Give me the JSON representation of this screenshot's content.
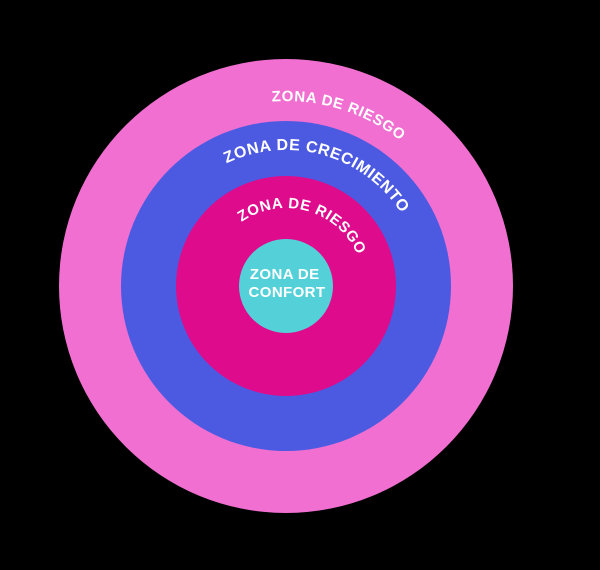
{
  "page": {
    "background_color": "#000000"
  },
  "diagram": {
    "kind": "concentric-zones",
    "text_color": "#FFFFFF",
    "zones": {
      "outer": {
        "label": "ZONA DE RIESGO",
        "color": "#F06FD0"
      },
      "growth": {
        "label": "ZONA DE CRECIMIENTO",
        "color": "#4C5AE2"
      },
      "risk": {
        "label": "ZONA DE RIESGO",
        "color": "#DE0B8C"
      },
      "comfort": {
        "label_line1": "ZONA DE",
        "label_line2": "CONFORT",
        "color": "#54D1D8"
      }
    }
  }
}
